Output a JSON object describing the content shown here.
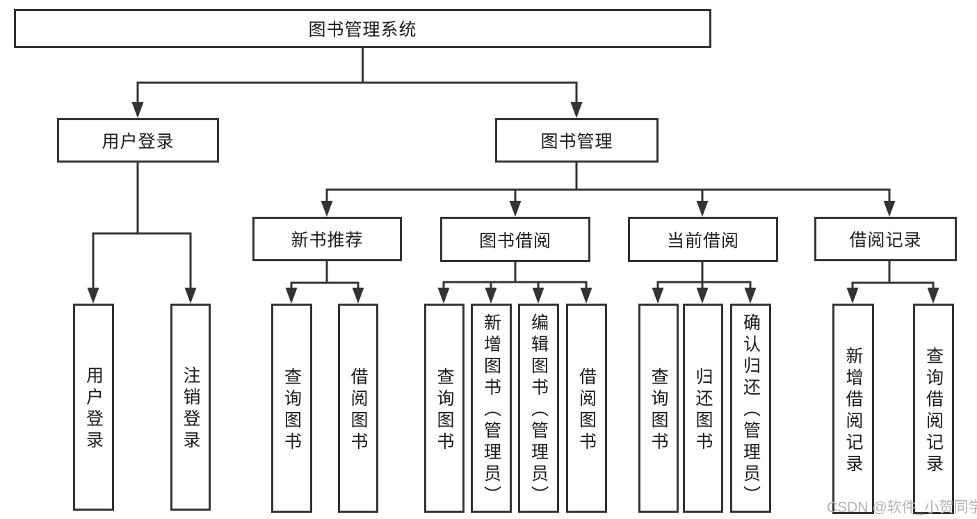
{
  "diagram": {
    "nodes": {
      "root": "图书管理系统",
      "user_login": "用户登录",
      "book_mgmt": "图书管理",
      "new_book": "新书推荐",
      "book_borrow": "图书借阅",
      "current_borrow": "当前借阅",
      "borrow_record": "借阅记录",
      "user_login_children": [
        "用户登录",
        "注销登录"
      ],
      "new_book_children": [
        "查询图书",
        "借阅图书"
      ],
      "book_borrow_children": [
        "查询图书",
        "新增图书（管理员）",
        "编辑图书（管理员）",
        "借阅图书"
      ],
      "current_borrow_children": [
        "查询图书",
        "归还图书",
        "确认归还（管理员）"
      ],
      "borrow_record_children": [
        "新增借阅记录",
        "查询借阅记录"
      ]
    }
  },
  "watermark": {
    "text": "CSDN @软件_小贺同学"
  },
  "colors": {
    "line": "#333333",
    "text": "#1a1a1a",
    "background": "#ffffff",
    "watermark": "#b3b3b3"
  }
}
